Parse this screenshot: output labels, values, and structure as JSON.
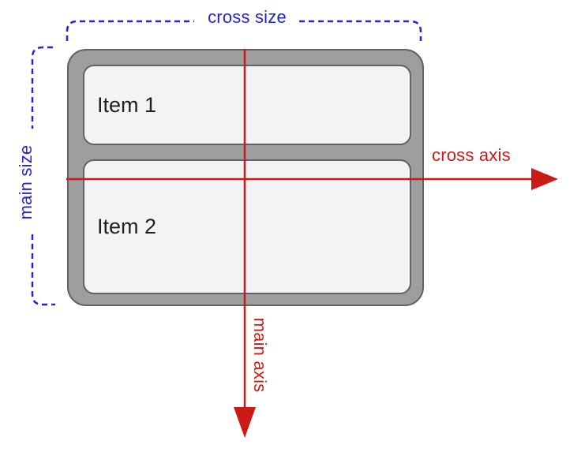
{
  "items": [
    {
      "label": "Item 1"
    },
    {
      "label": "Item 2"
    }
  ],
  "labels": {
    "cross_size": "cross size",
    "main_size": "main size",
    "cross_axis": "cross axis",
    "main_axis": "main axis"
  },
  "colors": {
    "blue": "#2424DC",
    "red": "#CB1B16",
    "container_fill": "#9E9E9E",
    "container_border": "#5F6368",
    "item_fill": "#F2F3F4",
    "item_border": "#5F6368",
    "item_text": "#1F1F1F"
  }
}
